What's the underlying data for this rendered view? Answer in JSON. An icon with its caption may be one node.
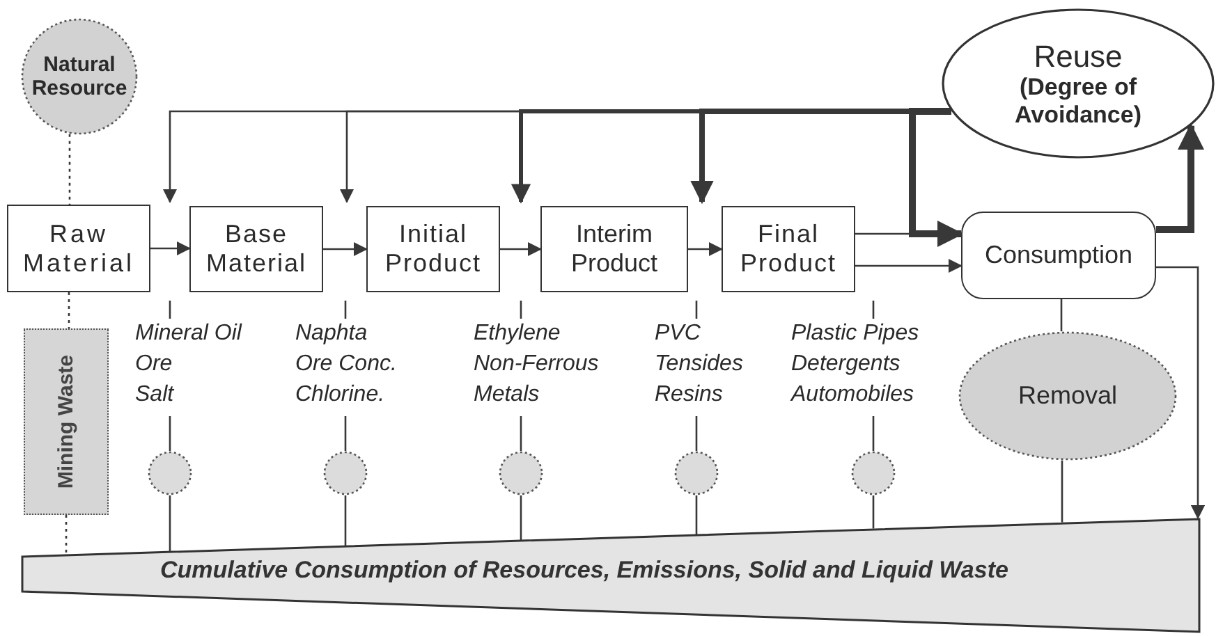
{
  "diagram": {
    "nodes": [
      {
        "text": [
          "Natural Resource"
        ]
      },
      {
        "text": [
          "Reuse",
          "(Degree of Avoidance)"
        ]
      },
      {
        "text": [
          "Raw Material"
        ]
      },
      {
        "text": [
          "Base Material"
        ]
      },
      {
        "text": [
          "Initial Product"
        ]
      },
      {
        "text": [
          "Interim Product"
        ]
      },
      {
        "text": [
          "Final Product"
        ]
      },
      {
        "text": [
          "Consumption"
        ]
      },
      {
        "text": [
          "Mining Waste"
        ]
      },
      {
        "text": [
          "Mineral Oil",
          "Ore",
          "Salt"
        ]
      },
      {
        "text": [
          "Naphta",
          "Ore Conc.",
          "Chlorine."
        ]
      },
      {
        "text": [
          "Ethylene",
          "Non-Ferrous Metals"
        ]
      },
      {
        "text": [
          "PVC",
          "Tensides",
          "Resins"
        ]
      },
      {
        "text": [
          "Plastic Pipes",
          "Detergents",
          "Automobiles"
        ]
      },
      {
        "text": [
          "Removal"
        ]
      },
      {
        "text": [],
        "shape": "circle"
      },
      {
        "text": [],
        "shape": "circle"
      },
      {
        "text": [],
        "shape": "circle"
      },
      {
        "text": [],
        "shape": "circle"
      },
      {
        "text": [],
        "shape": "circle"
      },
      {
        "text": [
          "Cumulative Consumption of Resources, Emissions, Solid and Liquid Waste"
        ]
      }
    ],
    "edges": [
      {
        "from": 0,
        "to": 2,
        "arrow": "none",
        "style": "dashed"
      },
      {
        "from": 2,
        "to": 3,
        "arrow": "to"
      },
      {
        "from": 3,
        "to": 4,
        "arrow": "to"
      },
      {
        "from": 4,
        "to": 5,
        "arrow": "to"
      },
      {
        "from": 5,
        "to": 6,
        "arrow": "to"
      },
      {
        "from": 6,
        "to": 7,
        "arrow": "to"
      },
      {
        "from": 6,
        "to": 7,
        "arrow": "to"
      },
      {
        "from": 1,
        "to": 3,
        "arrow": "to"
      },
      {
        "from": 1,
        "to": 4,
        "arrow": "to"
      },
      {
        "from": 1,
        "to": 5,
        "arrow": "to",
        "style": "thick"
      },
      {
        "from": 1,
        "to": 6,
        "arrow": "to",
        "style": "thick"
      },
      {
        "from": 1,
        "to": 7,
        "arrow": "to",
        "style": "thick"
      },
      {
        "from": 7,
        "to": 1,
        "arrow": "to",
        "style": "thick"
      },
      {
        "from": 7,
        "to": 14,
        "arrow": "none"
      },
      {
        "from": 14,
        "to": 20,
        "arrow": "none"
      },
      {
        "from": 7,
        "to": 20,
        "arrow": "to"
      },
      {
        "from": 2,
        "to": 8,
        "arrow": "none",
        "style": "dashed"
      },
      {
        "from": 8,
        "to": 20,
        "arrow": "none",
        "style": "dashed"
      },
      {
        "from": null,
        "to": 9,
        "arrow": "none"
      },
      {
        "from": null,
        "to": 10,
        "arrow": "none"
      },
      {
        "from": null,
        "to": 11,
        "arrow": "none"
      },
      {
        "from": null,
        "to": 12,
        "arrow": "none"
      },
      {
        "from": null,
        "to": 13,
        "arrow": "none"
      },
      {
        "from": 9,
        "to": 15,
        "arrow": "none"
      },
      {
        "from": 10,
        "to": 16,
        "arrow": "none"
      },
      {
        "from": 11,
        "to": 17,
        "arrow": "none"
      },
      {
        "from": 12,
        "to": 18,
        "arrow": "none"
      },
      {
        "from": 13,
        "to": 19,
        "arrow": "none"
      },
      {
        "from": 15,
        "to": 20,
        "arrow": "none"
      },
      {
        "from": 16,
        "to": 20,
        "arrow": "none"
      },
      {
        "from": 17,
        "to": 20,
        "arrow": "none"
      },
      {
        "from": 18,
        "to": 20,
        "arrow": "none"
      },
      {
        "from": 19,
        "to": 20,
        "arrow": "none"
      }
    ]
  }
}
